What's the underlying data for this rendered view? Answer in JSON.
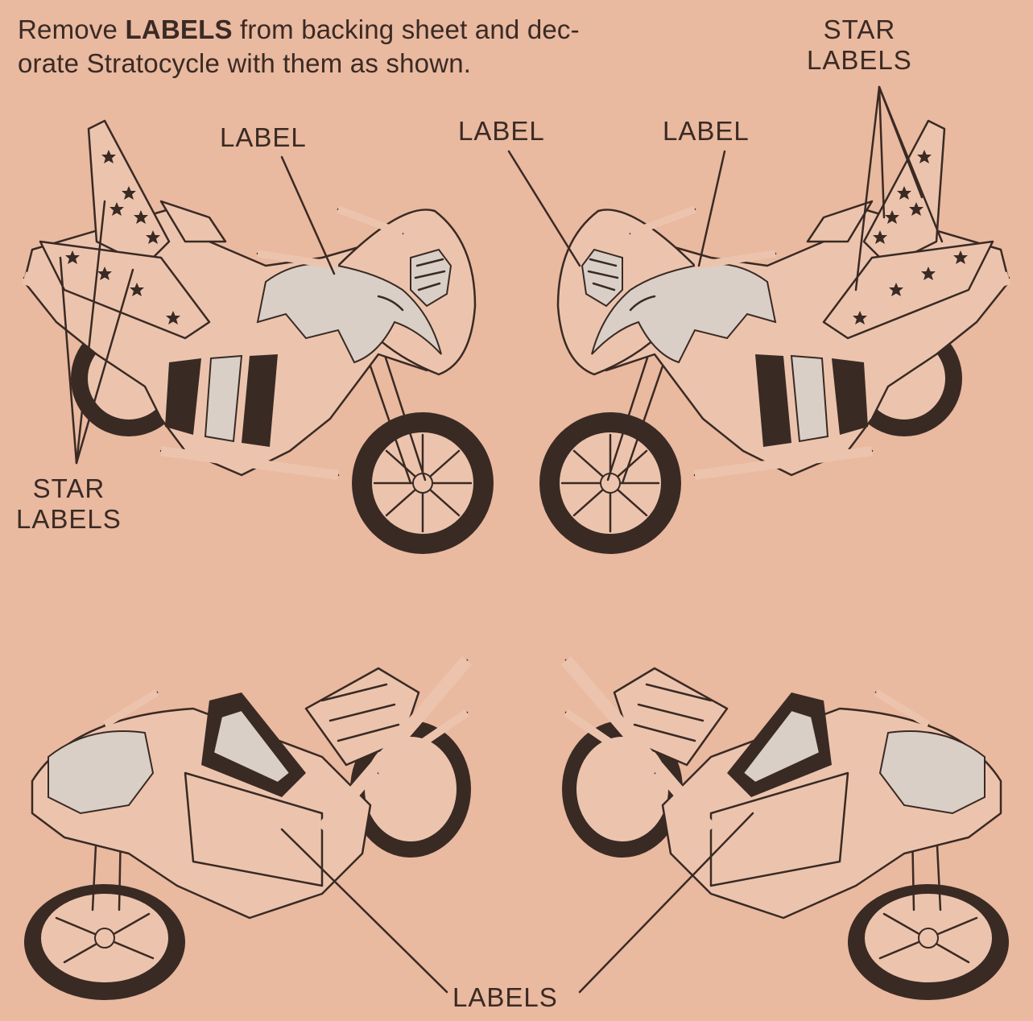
{
  "instructions": {
    "line1_pre": "Remove ",
    "line1_bold": "LABELS",
    "line1_post": " from backing sheet and dec-",
    "line2": "orate Stratocycle with them as shown."
  },
  "callouts": {
    "star_labels_top_right": [
      "STAR",
      "LABELS"
    ],
    "label_left": "LABEL",
    "label_center": "LABEL",
    "label_right": "LABEL",
    "star_labels_left": [
      "STAR",
      "LABELS"
    ],
    "labels_bottom": "LABELS"
  },
  "colors": {
    "paper": "#e9b9a0",
    "ink": "#3a2a24",
    "decal": "#d9cfc6"
  }
}
